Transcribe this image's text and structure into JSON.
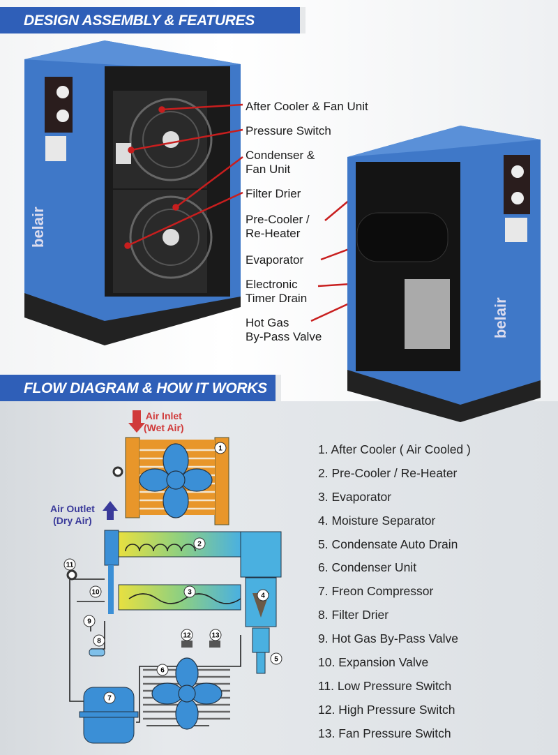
{
  "sections": {
    "design_title": "DESIGN ASSEMBLY & FEATURES",
    "flow_title": "FLOW DIAGRAM & HOW IT WORKS"
  },
  "brand": "belair",
  "features": [
    {
      "line1": "After Cooler & Fan Unit",
      "line2": ""
    },
    {
      "line1": "Pressure Switch",
      "line2": ""
    },
    {
      "line1": "Condenser &",
      "line2": "Fan Unit"
    },
    {
      "line1": "Filter Drier",
      "line2": ""
    },
    {
      "line1": "Pre-Cooler /",
      "line2": "Re-Heater"
    },
    {
      "line1": "Evaporator",
      "line2": ""
    },
    {
      "line1": "Electronic",
      "line2": "Timer Drain"
    },
    {
      "line1": "Hot Gas",
      "line2": "By-Pass Valve"
    }
  ],
  "diagram": {
    "air_inlet": "Air Inlet",
    "air_inlet_sub": "(Wet Air)",
    "air_outlet": "Air Outlet",
    "air_outlet_sub": "(Dry Air)",
    "markers": [
      "1",
      "2",
      "3",
      "4",
      "5",
      "6",
      "7",
      "8",
      "9",
      "10",
      "11",
      "12",
      "13"
    ]
  },
  "components": [
    "1. After Cooler ( Air Cooled )",
    "2. Pre-Cooler / Re-Heater",
    "3. Evaporator",
    "4. Moisture Separator",
    "5. Condensate Auto Drain",
    "6. Condenser Unit",
    "7. Freon Compressor",
    "8. Filter Drier",
    "9. Hot Gas By-Pass Valve",
    "10. Expansion Valve",
    "11. Low Pressure Switch",
    "12. High Pressure Switch",
    "13. Fan Pressure Switch"
  ],
  "colors": {
    "banner": "#2f5fb8",
    "cabinet": "#3f78c8",
    "leader": "#c81e1e",
    "inlet": "#d03a3a",
    "outlet": "#3a3a9a",
    "cooler": "#e8962a"
  }
}
